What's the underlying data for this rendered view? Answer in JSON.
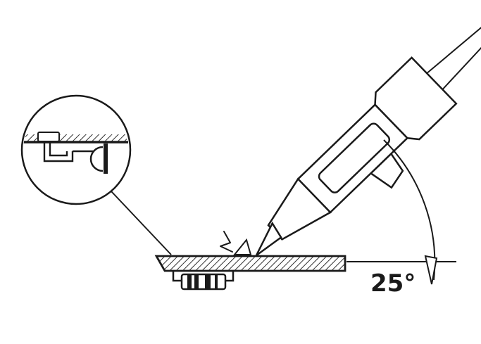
{
  "diagram": {
    "subject": "soldering-iron-work-angle",
    "angle_label": "25°",
    "colors": {
      "line": "#1a1a1a",
      "background": "#ffffff"
    },
    "elements": {
      "magnifier_detail": "solder-joint-cross-section",
      "board": "circuit-board-hatched-bar",
      "component": "resistor-with-bent-leads",
      "tool": "soldering-iron-with-cord",
      "solder_wire": "solder-feed-wire",
      "angle_arc": "angle-arc-with-arrowhead",
      "reference_line": "horizontal-baseline"
    }
  }
}
